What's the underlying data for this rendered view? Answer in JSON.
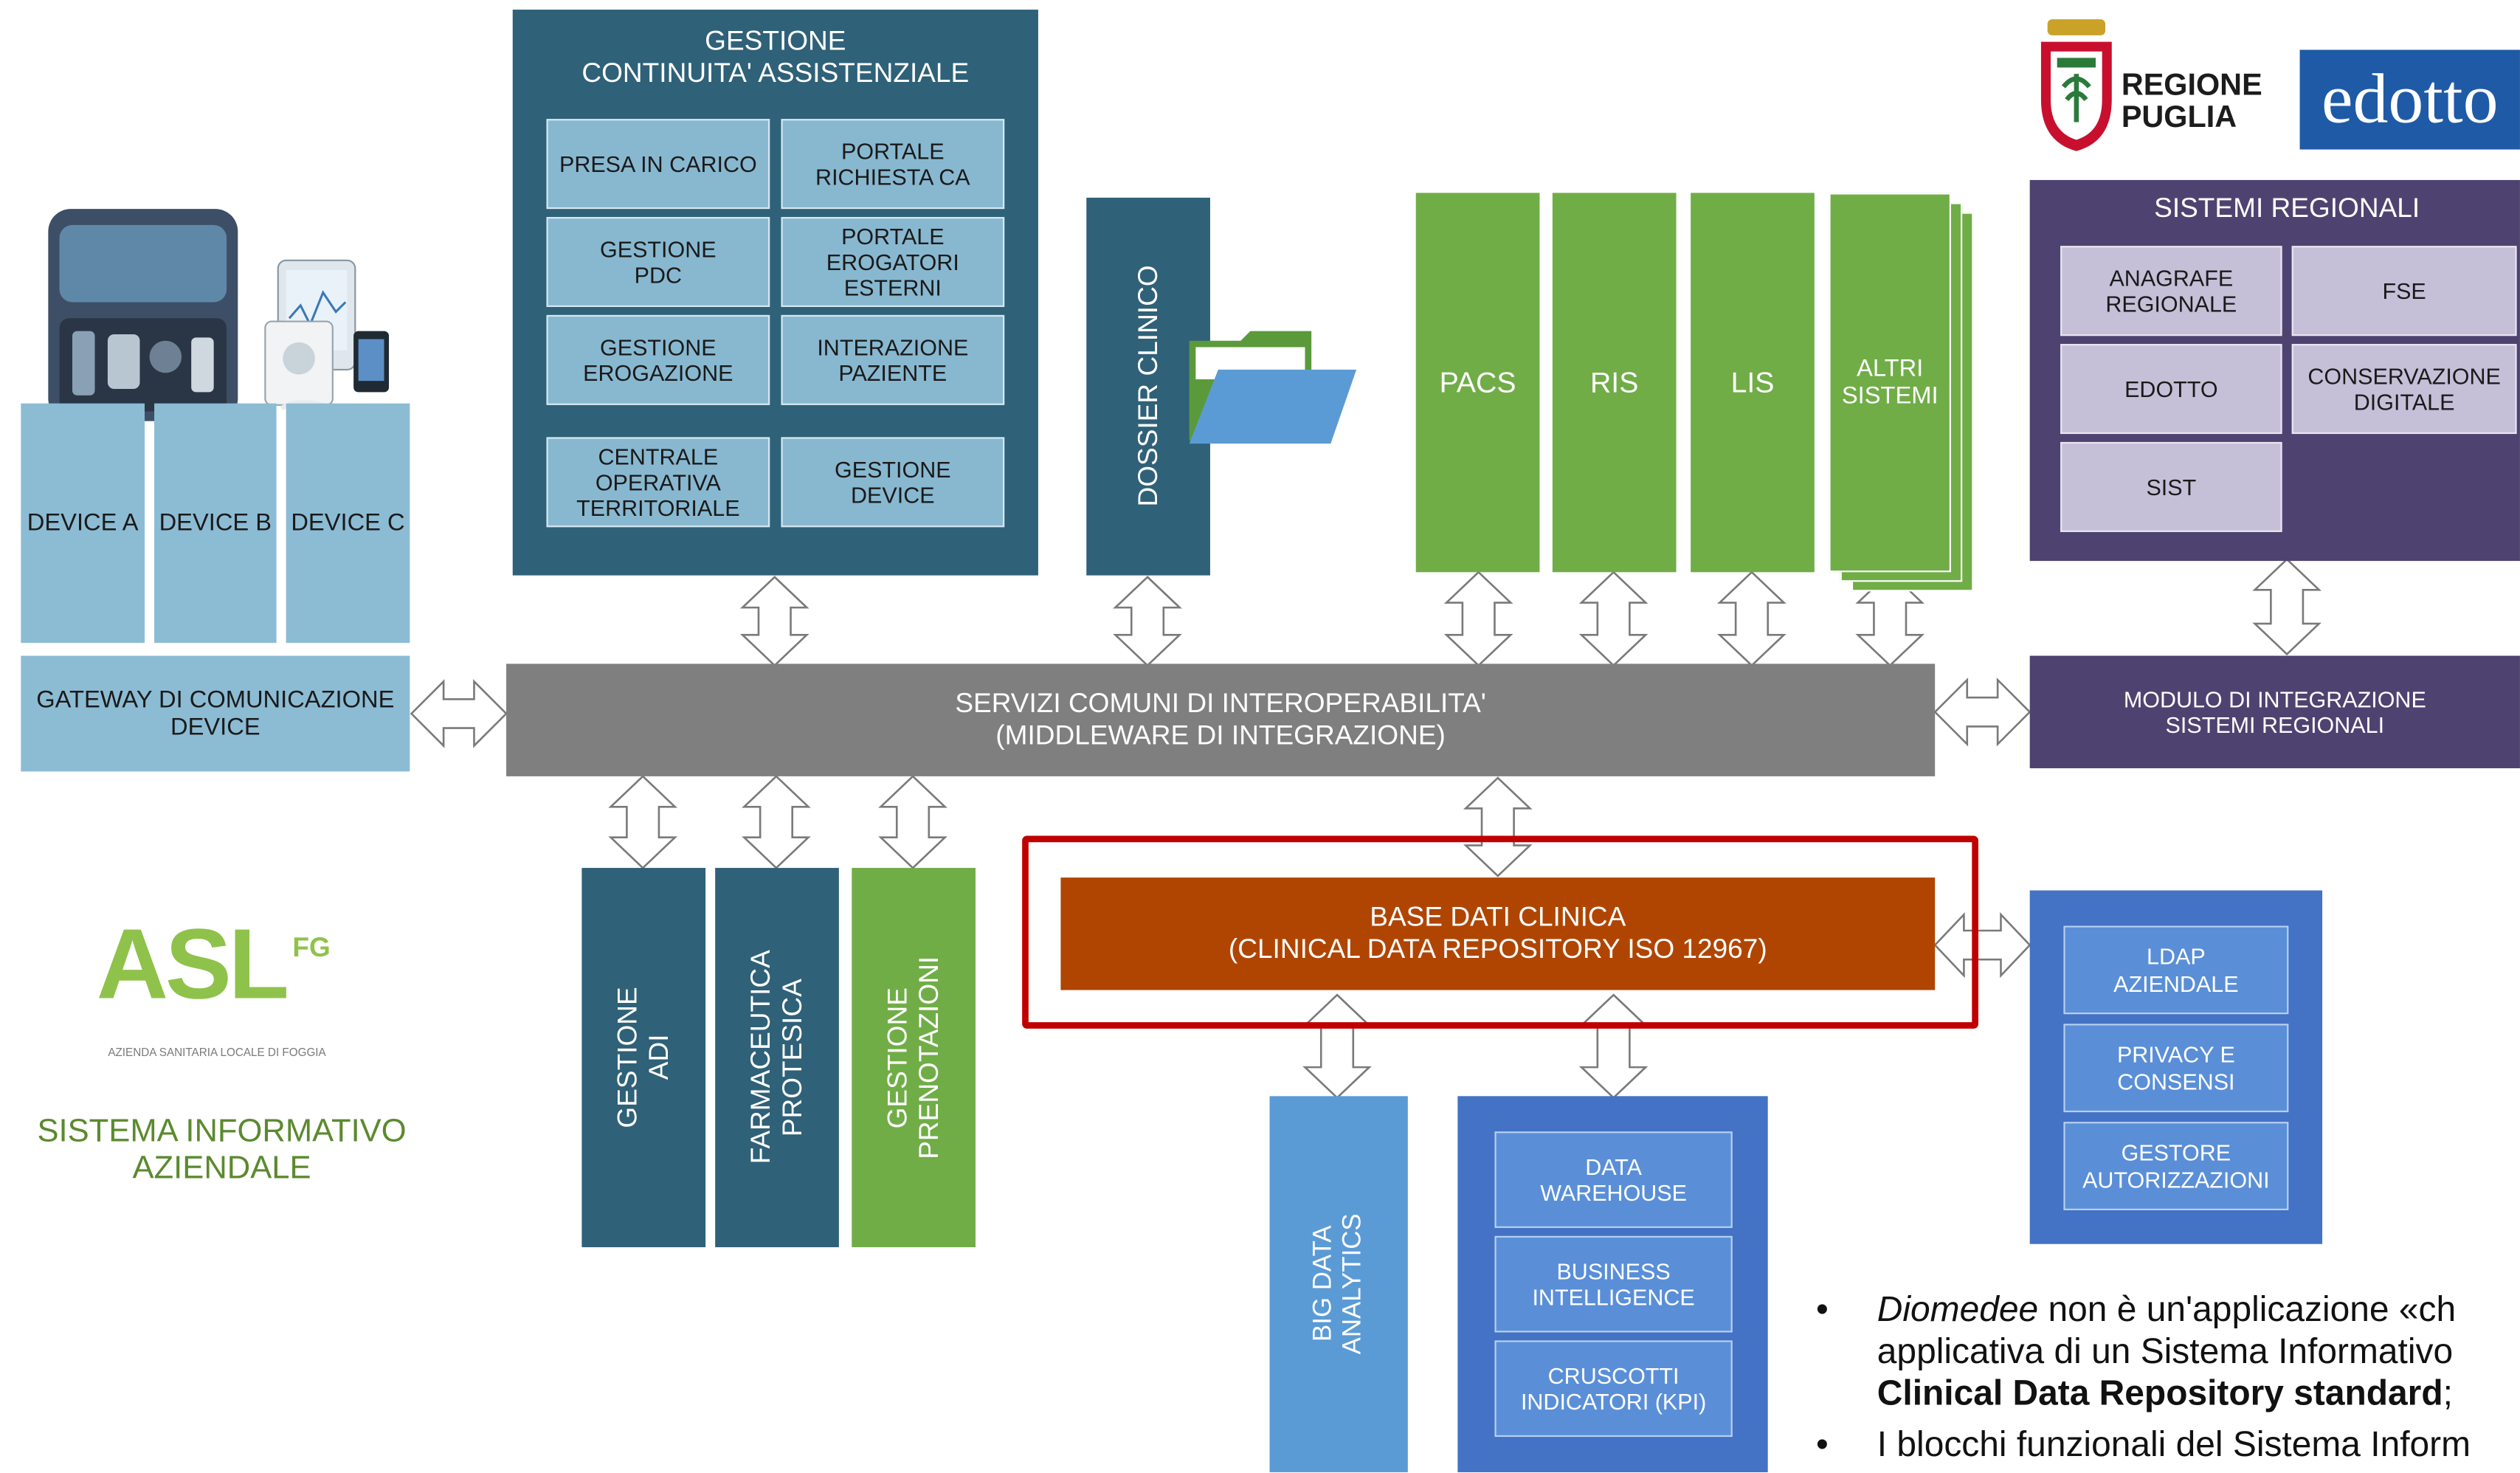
{
  "devices": {
    "a": "DEVICE A",
    "b": "DEVICE B",
    "c": "DEVICE C",
    "gateway": "GATEWAY DI COMUNICAZIONE\nDEVICE"
  },
  "continuita": {
    "title": "GESTIONE\nCONTINUITA' ASSISTENZIALE",
    "items": [
      "PRESA IN CARICO",
      "PORTALE\nRICHIESTA CA",
      "GESTIONE\nPDC",
      "PORTALE\nEROGATORI\nESTERNI",
      "GESTIONE\nEROGAZIONE",
      "INTERAZIONE\nPAZIENTE",
      "CENTRALE\nOPERATIVA\nTERRITORIALE",
      "GESTIONE\nDEVICE"
    ]
  },
  "dossier": "DOSSIER CLINICO",
  "green_systems": [
    "PACS",
    "RIS",
    "LIS",
    "ALTRI\nSISTEMI"
  ],
  "regionali": {
    "title": "SISTEMI REGIONALI",
    "items": [
      "ANAGRAFE\nREGIONALE",
      "FSE",
      "EDOTTO",
      "CONSERVAZIONE\nDIGITALE",
      "SIST"
    ],
    "module": "MODULO DI INTEGRAZIONE\nSISTEMI REGIONALI"
  },
  "logos": {
    "regione": "REGIONE\nPUGLIA",
    "edotto": "edotto",
    "asl": "ASL",
    "asl_sup": "FG",
    "asl_caption": "AZIENDA SANITARIA LOCALE DI FOGGIA"
  },
  "middleware": "SERVIZI COMUNI DI INTEROPERABILITA'\n(MIDDLEWARE DI INTEGRAZIONE)",
  "sistema_informativo": "SISTEMA INFORMATIVO\nAZIENDALE",
  "bottom_modules": [
    "GESTIONE\nADI",
    "FARMACEUTICA\nPROTESICA",
    "GESTIONE\nPRENOTAZIONI"
  ],
  "cdr": "BASE DATI CLINICA\n(CLINICAL DATA REPOSITORY ISO 12967)",
  "bigdata": "BIG DATA\nANALYTICS",
  "analytics_items": [
    "DATA\nWAREHOUSE",
    "BUSINESS\nINTELLIGENCE",
    "CRUSCOTTI\nINDICATORI (KPI)"
  ],
  "ldap_items": [
    "LDAP\nAZIENDALE",
    "PRIVACY E\nCONSENSI",
    "GESTORE\nAUTORIZZAZIONI"
  ],
  "bullets": {
    "b1_italic": "Diomedee",
    "b1_rest": " non è un'applicazione «ch",
    "b1_line2": "applicativa di un Sistema Informativo",
    "b1_bold": "Clinical Data Repository standard",
    "b1_tail": ";",
    "b2": "I blocchi funzionali del Sistema Inform"
  },
  "colors": {
    "dark_blue": "#2f6178",
    "green": "#70ad47",
    "light_blue": "#8cbcd4",
    "purple": "#4e4370",
    "gray": "#7f7f7f",
    "orange": "#b04501",
    "red_outline": "#c00000",
    "blue": "#4472c4",
    "asl_green": "#5b8a2e"
  }
}
